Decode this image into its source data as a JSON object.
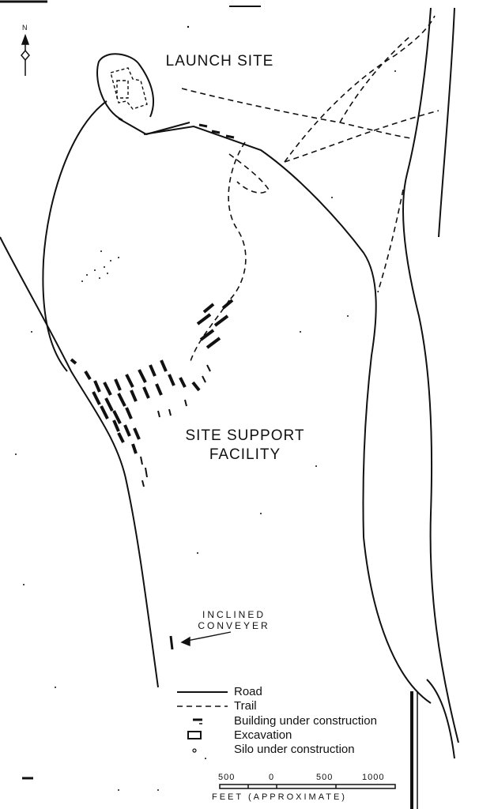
{
  "labels": {
    "launch_site": "LAUNCH SITE",
    "site_support_line1": "SITE SUPPORT",
    "site_support_line2": "FACILITY",
    "conveyer_line1": "INCLINED",
    "conveyer_line2": "CONVEYER",
    "north": "N"
  },
  "legend": {
    "road": "Road",
    "trail": "Trail",
    "building": "Building under construction",
    "excavation": "Excavation",
    "silo": "Silo under construction"
  },
  "scale": {
    "ticks": [
      "500",
      "0",
      "500",
      "1000"
    ],
    "caption": "FEET (APPROXIMATE)"
  },
  "colors": {
    "ink": "#111111",
    "paper": "#ffffff"
  },
  "icons": [
    "north-arrow-icon",
    "conveyer-arrow-icon"
  ]
}
